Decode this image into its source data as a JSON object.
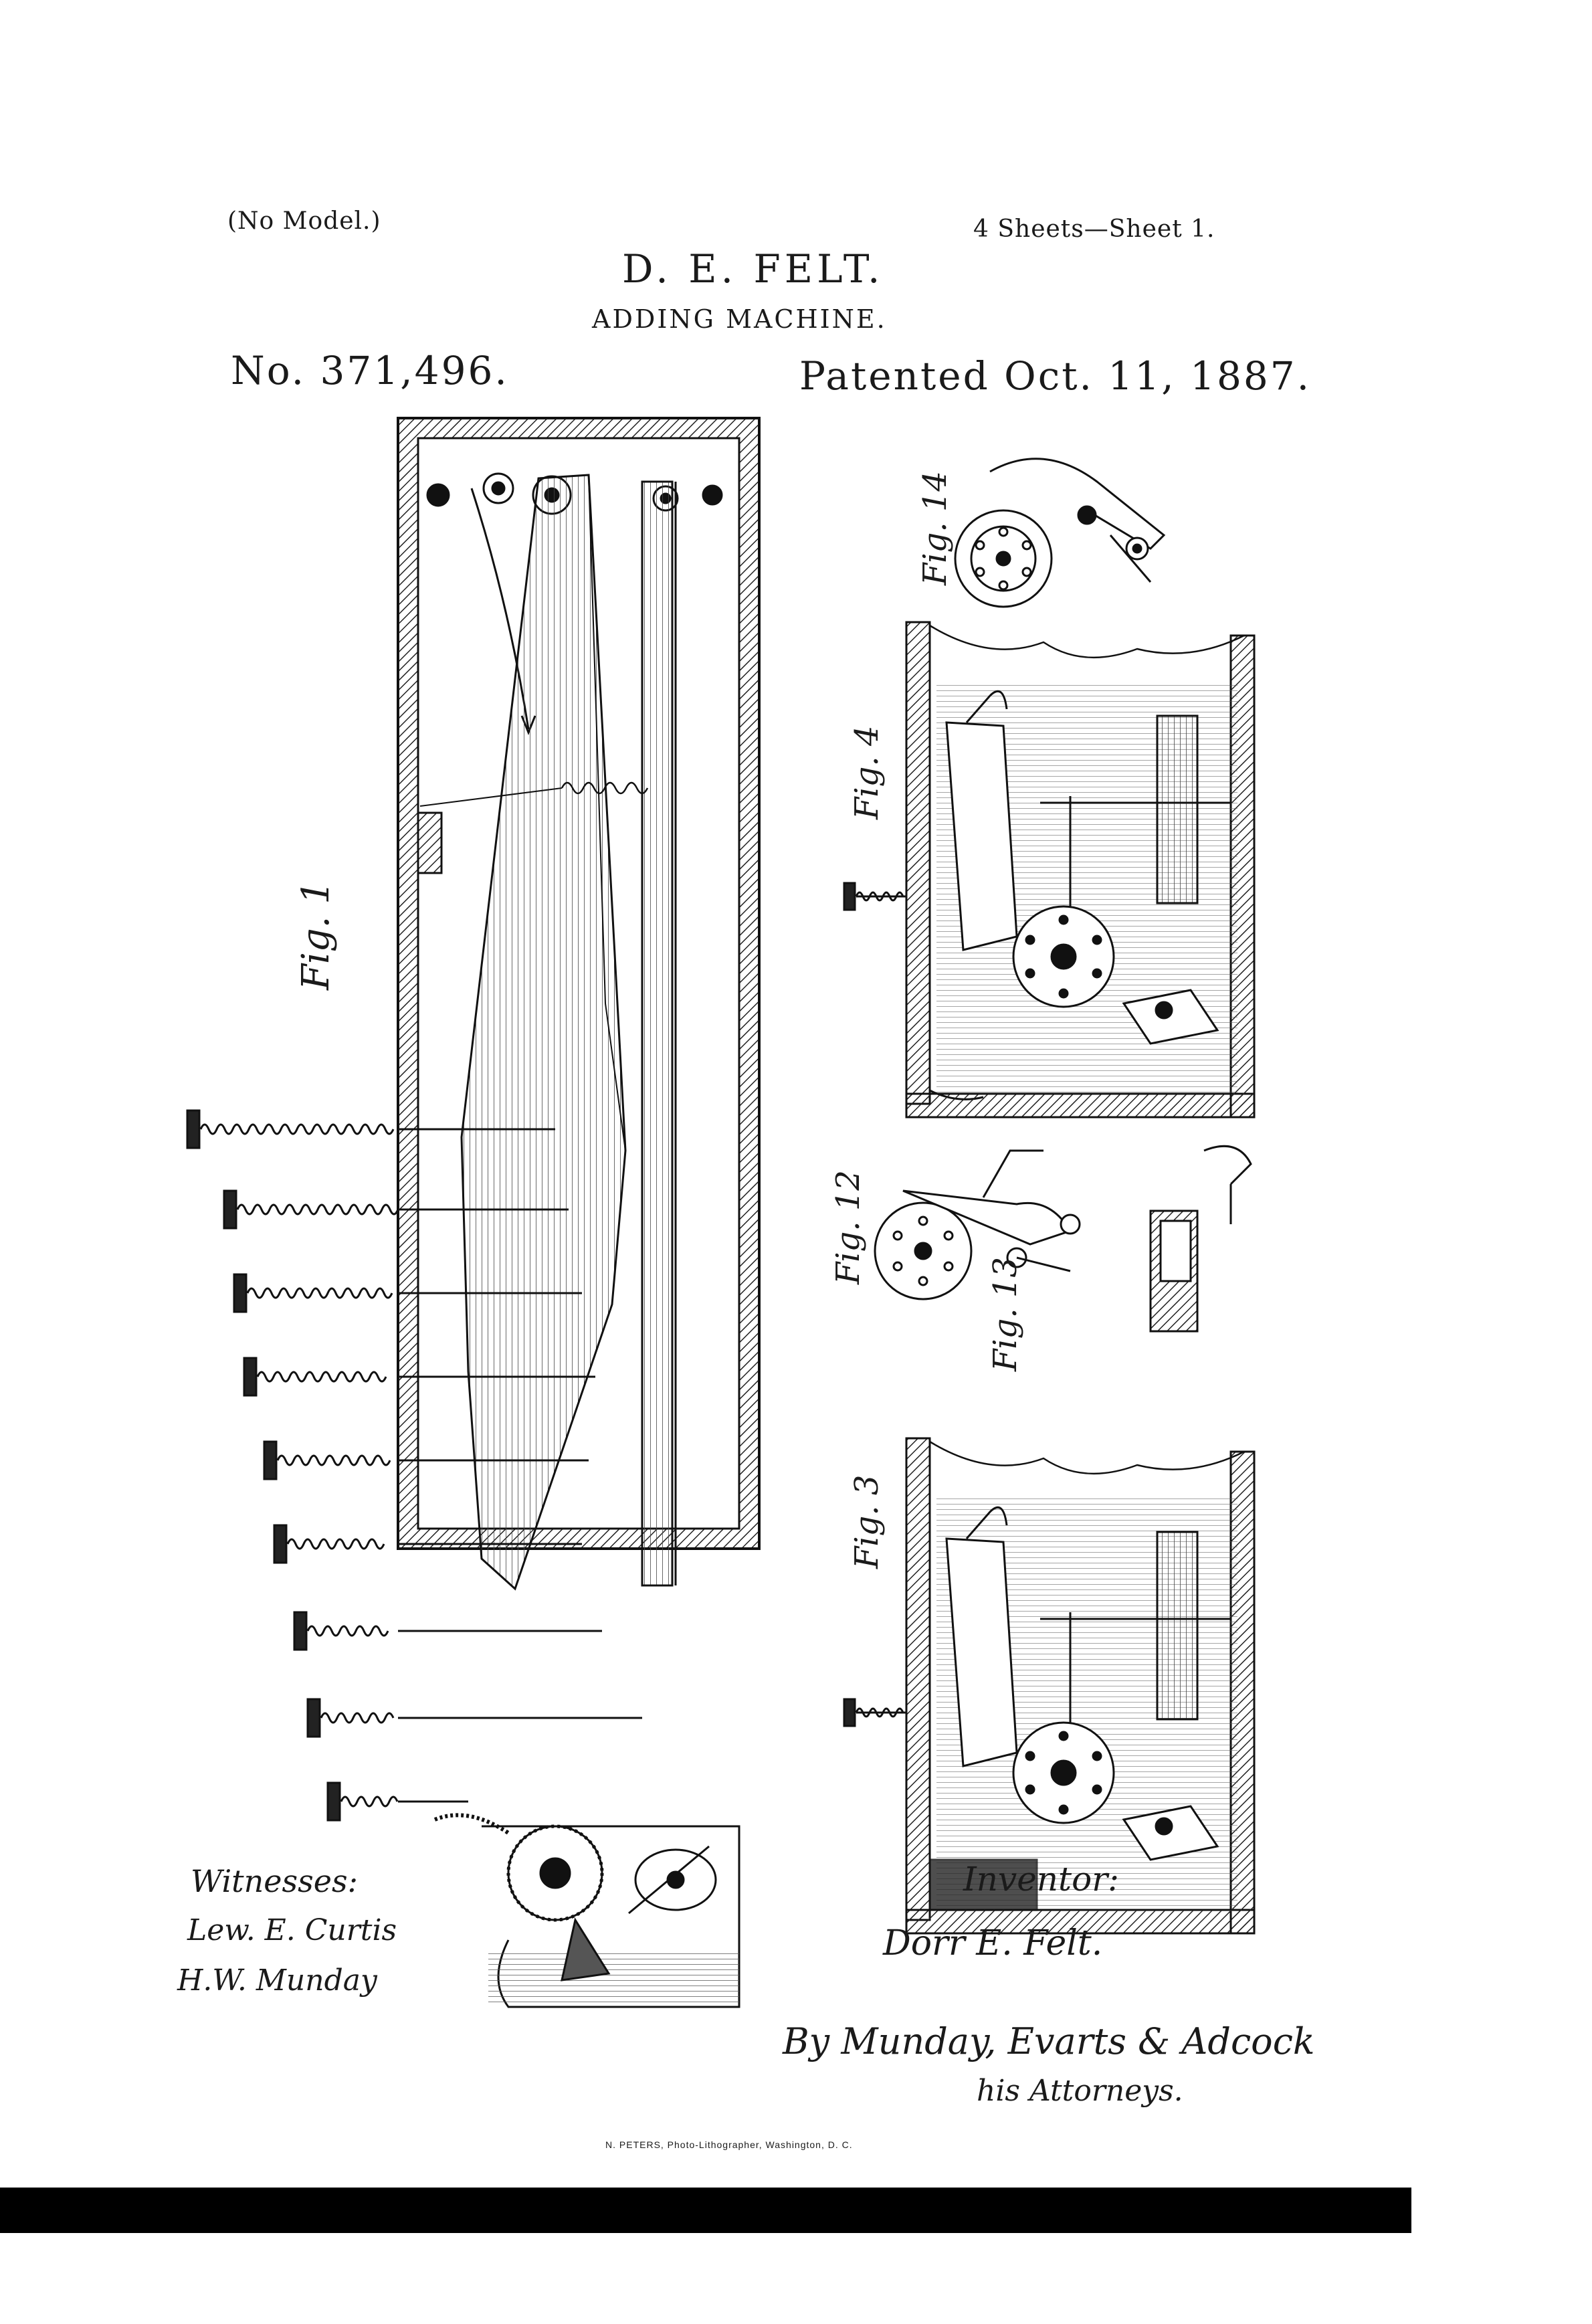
{
  "header": {
    "model_note": "(No Model.)",
    "sheet_note": "4 Sheets—Sheet 1.",
    "inventor_name": "D. E. FELT.",
    "title": "ADDING MACHINE.",
    "patent_number": "No. 371,496.",
    "patented_date": "Patented Oct. 11, 1887."
  },
  "figures": {
    "fig1": "Fig. 1",
    "fig3": "Fig. 3",
    "fig4": "Fig. 4",
    "fig12": "Fig. 12",
    "fig13": "Fig. 13",
    "fig14": "Fig. 14"
  },
  "signatures": {
    "witnesses_label": "Witnesses:",
    "witness_1": "Lew. E. Curtis",
    "witness_2": "H.W. Munday",
    "inventor_label": "Inventor:",
    "inventor_signature": "Dorr E. Felt.",
    "attorneys_line": "By Munday, Evarts & Adcock",
    "attorneys_label": "his Attorneys."
  },
  "footer": {
    "credit": "N. PETERS, Photo-Lithographer, Washington, D. C."
  }
}
